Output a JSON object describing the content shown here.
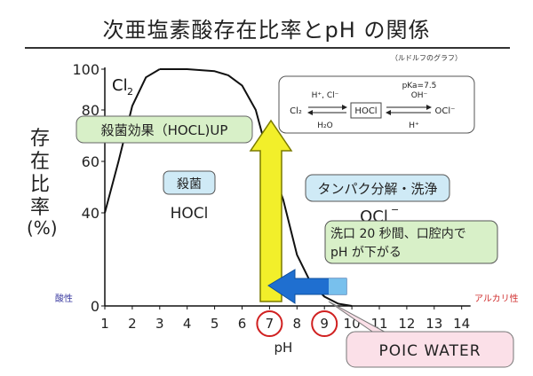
{
  "title": "次亜塩素酸存在比率とpH の関係",
  "source_note": "（ルドルフのグラフ）",
  "ylabel_chars": [
    "存",
    "在",
    "比",
    "率"
  ],
  "ylabel_unit": "(%)",
  "acid_label": "酸性",
  "alkali_label": "アルカリ性",
  "colors": {
    "acid": "#3a3aa0",
    "alkali": "#d03030",
    "up_arrow_fill": "#f2ef2a",
    "up_arrow_stroke": "#7a7a00",
    "mouth_arrow": "#1f6fd0",
    "label_box_blue": "#cfeaf6",
    "green_box": "#d8f0c8",
    "pink_box": "#fbe0e8",
    "circle": "#d02020"
  },
  "chart_data": {
    "type": "line",
    "xlabel": "pH",
    "x_ticks": [
      1,
      2,
      3,
      4,
      5,
      6,
      7,
      8,
      9,
      10,
      11,
      12,
      13,
      14
    ],
    "x_tick_labels": [
      "1",
      "2",
      "3",
      "4",
      "5",
      "6",
      "7",
      "8",
      "9",
      "10",
      "11",
      "12",
      "13",
      "14"
    ],
    "y_tick_labels": [
      "0",
      "40",
      "60",
      "80",
      "100"
    ],
    "y_ticks": [
      0,
      40,
      60,
      80,
      100
    ],
    "xlim": [
      1,
      14
    ],
    "ylim": [
      0,
      100
    ],
    "grid": false,
    "series": [
      {
        "name": "Cl2",
        "points": [
          [
            1,
            40
          ],
          [
            1.5,
            60
          ],
          [
            2,
            82
          ],
          [
            2.5,
            96
          ],
          [
            3,
            100
          ]
        ]
      },
      {
        "name": "HOCl",
        "points": [
          [
            3,
            100
          ],
          [
            4,
            100
          ],
          [
            5,
            99
          ],
          [
            5.5,
            97
          ],
          [
            6,
            92
          ],
          [
            6.5,
            80
          ],
          [
            7,
            60
          ],
          [
            7.5,
            45
          ],
          [
            8,
            22
          ],
          [
            8.5,
            10
          ],
          [
            9,
            4
          ],
          [
            9.5,
            1
          ],
          [
            10,
            0
          ]
        ]
      }
    ],
    "annotations": {
      "cl2_label": "Cl",
      "cl2_sub": "2",
      "equilibrium": {
        "pka": "pKa=7.5",
        "left_top": "H⁺, Cl⁻",
        "left_bottom": "H₂O",
        "center": "HOCl",
        "right_top": "OH⁻",
        "right_bottom": "H⁺",
        "left_species": "Cl₂",
        "right_species": "OCl⁻"
      },
      "sterilize_up": "殺菌効果（HOCL)UP",
      "sterilize_box": "殺菌",
      "hocl_label": "HOCl",
      "protein_box": "タンパク分解・洗浄",
      "ocl_label": "OCl",
      "ocl_sup": "−",
      "mouth_box_line1": "洗口 20 秒間、口腔内で",
      "mouth_box_line2": "pH が下がる",
      "circled_ticks": [
        7,
        9
      ],
      "product_label": "POIC WATER"
    }
  }
}
